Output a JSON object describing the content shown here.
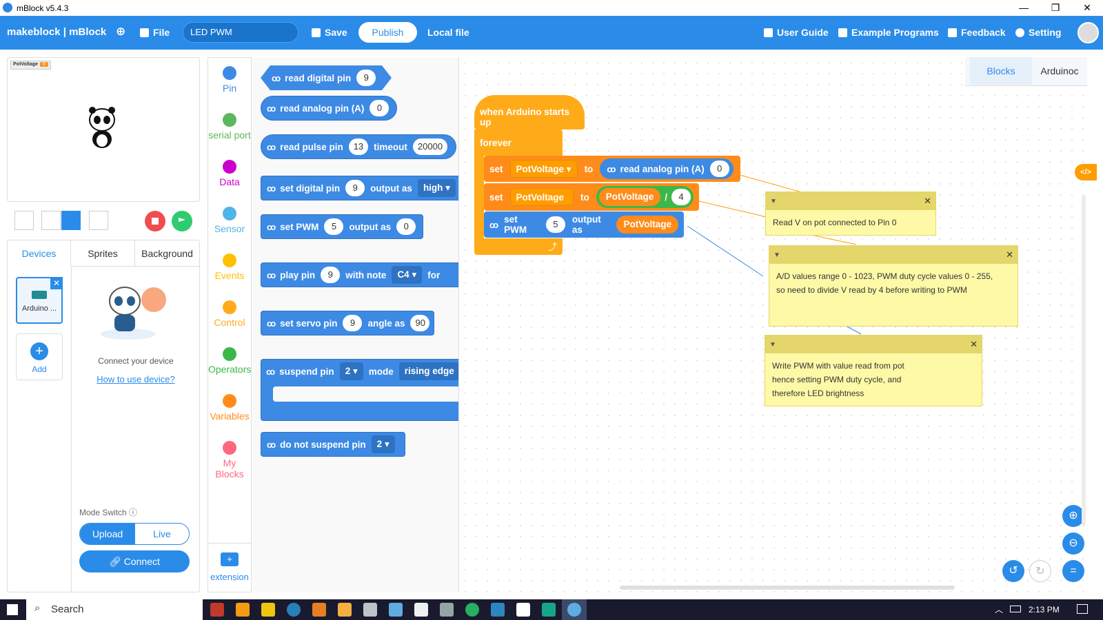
{
  "window": {
    "title": "mBlock v5.4.3",
    "minimize": "—",
    "restore": "❐",
    "close": "✕"
  },
  "menu": {
    "brand": "makeblock | mBlock",
    "file": "File",
    "project_name": "LED PWM",
    "save": "Save",
    "publish": "Publish",
    "local_file": "Local file",
    "user_guide": "User Guide",
    "examples": "Example Programs",
    "feedback": "Feedback",
    "setting": "Setting"
  },
  "stage": {
    "var_name": "PotVoltage",
    "var_value": "0"
  },
  "device_tabs": [
    "Devices",
    "Sprites",
    "Background"
  ],
  "devices": {
    "card_label": "Arduino ...",
    "add_label": "Add",
    "connect_text": "Connect your device",
    "how_link": "How to use device?",
    "mode_switch": "Mode Switch",
    "upload": "Upload",
    "live": "Live",
    "connect": "Connect"
  },
  "categories": [
    {
      "label": "Pin",
      "color": "#3d8ae5"
    },
    {
      "label": "serial port",
      "color": "#5cb85c"
    },
    {
      "label": "Data",
      "color": "#cc00cc"
    },
    {
      "label": "Sensor",
      "color": "#4fb4e8"
    },
    {
      "label": "Events",
      "color": "#ffbf00"
    },
    {
      "label": "Control",
      "color": "#ffab19"
    },
    {
      "label": "Operators",
      "color": "#3cb84a"
    },
    {
      "label": "Variables",
      "color": "#ff8c1a"
    },
    {
      "label": "My Blocks",
      "color": "#ff6680"
    }
  ],
  "extension": "extension",
  "palette": {
    "read_digital": {
      "text": "read digital pin",
      "pin": "9"
    },
    "read_analog": {
      "text": "read analog pin (A)",
      "pin": "0"
    },
    "read_pulse": {
      "text": "read pulse pin",
      "pin": "13",
      "timeout_label": "timeout",
      "timeout": "20000"
    },
    "set_digital": {
      "text": "set digital pin",
      "pin": "9",
      "output_label": "output as",
      "value": "high"
    },
    "set_pwm": {
      "text": "set PWM",
      "pin": "5",
      "output_label": "output as",
      "value": "0"
    },
    "play_pin": {
      "text": "play pin",
      "pin": "9",
      "note_label": "with note",
      "note": "C4",
      "for_label": "for"
    },
    "set_servo": {
      "text": "set servo pin",
      "pin": "9",
      "angle_label": "angle as",
      "angle": "90"
    },
    "suspend": {
      "text": "suspend pin",
      "pin": "2",
      "mode_label": "mode",
      "mode": "rising edge"
    },
    "no_suspend": {
      "text": "do not suspend pin",
      "pin": "2"
    }
  },
  "view_tabs": {
    "blocks": "Blocks",
    "code": "Arduinoc"
  },
  "script": {
    "hat": "when Arduino starts up",
    "forever": "forever",
    "set1": {
      "set": "set",
      "var": "PotVoltage",
      "to": "to",
      "reporter": "read analog pin (A)",
      "pin": "0"
    },
    "set2": {
      "set": "set",
      "var": "PotVoltage",
      "to": "to",
      "left": "PotVoltage",
      "op": "/",
      "right": "4"
    },
    "pwm": {
      "text": "set PWM",
      "pin": "5",
      "output_label": "output as",
      "value": "PotVoltage"
    }
  },
  "notes": {
    "n1": "Read V on pot connected to Pin 0",
    "n2": "A/D values range 0 - 1023, PWM duty cycle values 0 - 255, so need to divide V read by 4 before writing to PWM",
    "n3": "Write PWM with value read from pot hence setting PWM duty cycle, and therefore LED brightness"
  },
  "taskbar": {
    "search": "Search",
    "time": "2:13 PM"
  }
}
